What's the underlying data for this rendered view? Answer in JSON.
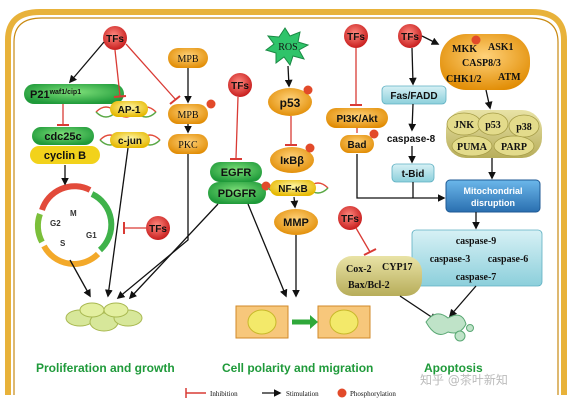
{
  "nodes": {
    "tfs_1": "TFs",
    "p21": "P21",
    "p21_sup": "waf1/cip1",
    "cdc25c": "cdc25c",
    "cyclin_b": "cyclin B",
    "ap1": "AP-1",
    "cjun": "c-jun",
    "mpb_top": "MPB",
    "mpb_mid": "MPB",
    "pkc": "PKC",
    "tfs_2": "TFs",
    "egfr": "EGFR",
    "pdgfr": "PDGFR",
    "ros": "ROS",
    "p53": "p53",
    "ikbb": "IκBβ",
    "nfkb": "NF-κB",
    "mmp": "MMP",
    "tfs_3": "TFs",
    "pi3k": "PI3K/Akt",
    "bad": "Bad",
    "tfs_4": "TFs",
    "fasfadd": "Fas/FADD",
    "caspase8": "caspase-8",
    "tbid": "t-Bid",
    "mkk_block": [
      "MKK",
      "ASK1",
      "CASP8/3",
      "CHK1/2",
      "ATM"
    ],
    "jnk": "JNK",
    "p53b": "p53",
    "p38": "p38",
    "puma": "PUMA",
    "parp": "PARP",
    "mito": [
      "Mitochondrial",
      "disruption"
    ],
    "caspases": [
      "caspase-9",
      "caspase-3",
      "caspase-6",
      "caspase-7"
    ],
    "tfs_5": "TFs",
    "cox2": "Cox-2",
    "cyp17": "CYP17",
    "baxbcl2": "Bax/Bcl-2",
    "tfs_6": "TFs",
    "cycle": {
      "m": "M",
      "g2": "G2",
      "s": "S",
      "g1": "G1"
    }
  },
  "outcomes": {
    "proliferation": "Proliferation and growth",
    "polarity": "Cell polarity and migration",
    "apoptosis": "Apoptosis"
  },
  "legend": {
    "inhibition": "Inhibition",
    "stimulation": "Stimulation",
    "phosphorylation": "Phosphorylation"
  },
  "watermark": "知乎 @茶叶新知",
  "colors": {
    "membrane": "#e8b23a",
    "tfs": "#e23b30",
    "green_node": "#3fb24a",
    "yellow_node": "#f3d21c",
    "orange_node": "#f5a623",
    "blue_node": "#3a8fd0",
    "teal_box": "#a6dde6",
    "inhibit": "#d93b35",
    "arrow": "#111111"
  }
}
